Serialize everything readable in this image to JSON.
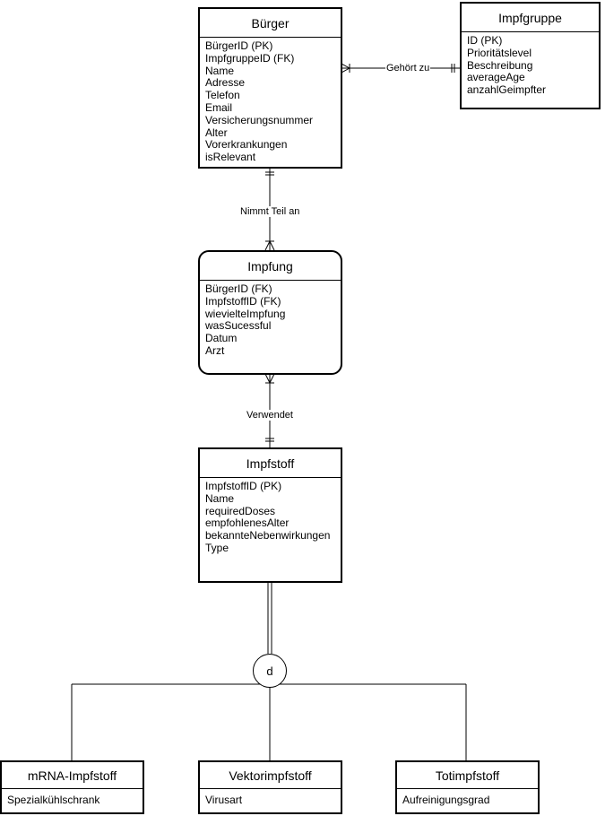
{
  "entities": {
    "buerger": {
      "title": "Bürger",
      "attributes": [
        "BürgerID (PK)",
        "ImpfgruppeID (FK)",
        "Name",
        "Adresse",
        "Telefon",
        "Email",
        "Versicherungsnummer",
        "Alter",
        "Vorerkrankungen",
        "isRelevant"
      ]
    },
    "impfgruppe": {
      "title": "Impfgruppe",
      "attributes": [
        "ID (PK)",
        "Prioritätslevel",
        "Beschreibung",
        "averageAge",
        "anzahlGeimpfter"
      ]
    },
    "impfung": {
      "title": "Impfung",
      "attributes": [
        "BürgerID (FK)",
        "ImpfstoffID (FK)",
        "wievielteImpfung",
        "wasSucessful",
        "Datum",
        "Arzt"
      ]
    },
    "impfstoff": {
      "title": "Impfstoff",
      "attributes": [
        "ImpfstoffID (PK)",
        "Name",
        "requiredDoses",
        "empfohlenesAlter",
        "bekannteNebenwirkungen",
        "Type"
      ]
    },
    "mrna": {
      "title": "mRNA-Impfstoff",
      "attributes": [
        "Spezialkühlschrank"
      ]
    },
    "vektor": {
      "title": "Vektorimpfstoff",
      "attributes": [
        "Virusart"
      ]
    },
    "tot": {
      "title": "Totimpfstoff",
      "attributes": [
        "Aufreinigungsgrad"
      ]
    }
  },
  "relationships": {
    "gehoert_zu": "Gehört zu",
    "nimmt_teil_an": "Nimmt Teil an",
    "verwendet": "Verwendet"
  },
  "specialization": {
    "symbol": "d"
  }
}
